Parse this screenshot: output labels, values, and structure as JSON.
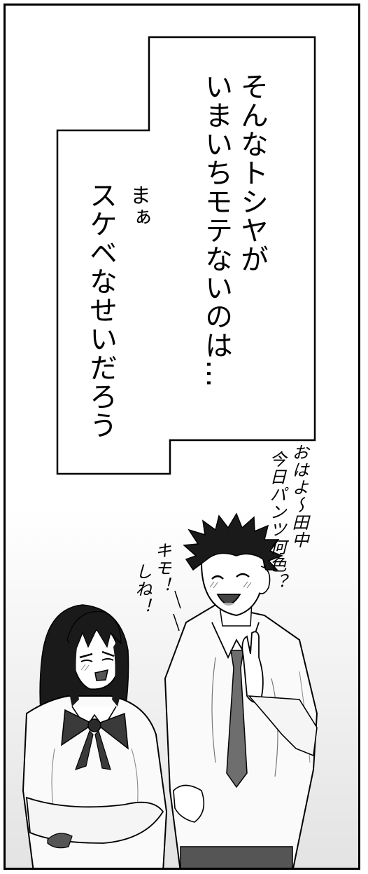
{
  "narration_box": {
    "line1": "そんなトシヤが",
    "line2": "いまいちモテないのは…",
    "line3": "まぁ",
    "line4": "スケベなせいだろう"
  },
  "boy_speech": {
    "line1": "おはよ〜田中",
    "line2": "今日パンツ何色？"
  },
  "girl_speech": {
    "line1": "キモ！",
    "line2": "しね！"
  },
  "colors": {
    "ink": "#000000",
    "paper": "#ffffff",
    "hair": "#1a1a1a",
    "bow": "#3a3a3a",
    "shadow": "#d9d9d9"
  }
}
